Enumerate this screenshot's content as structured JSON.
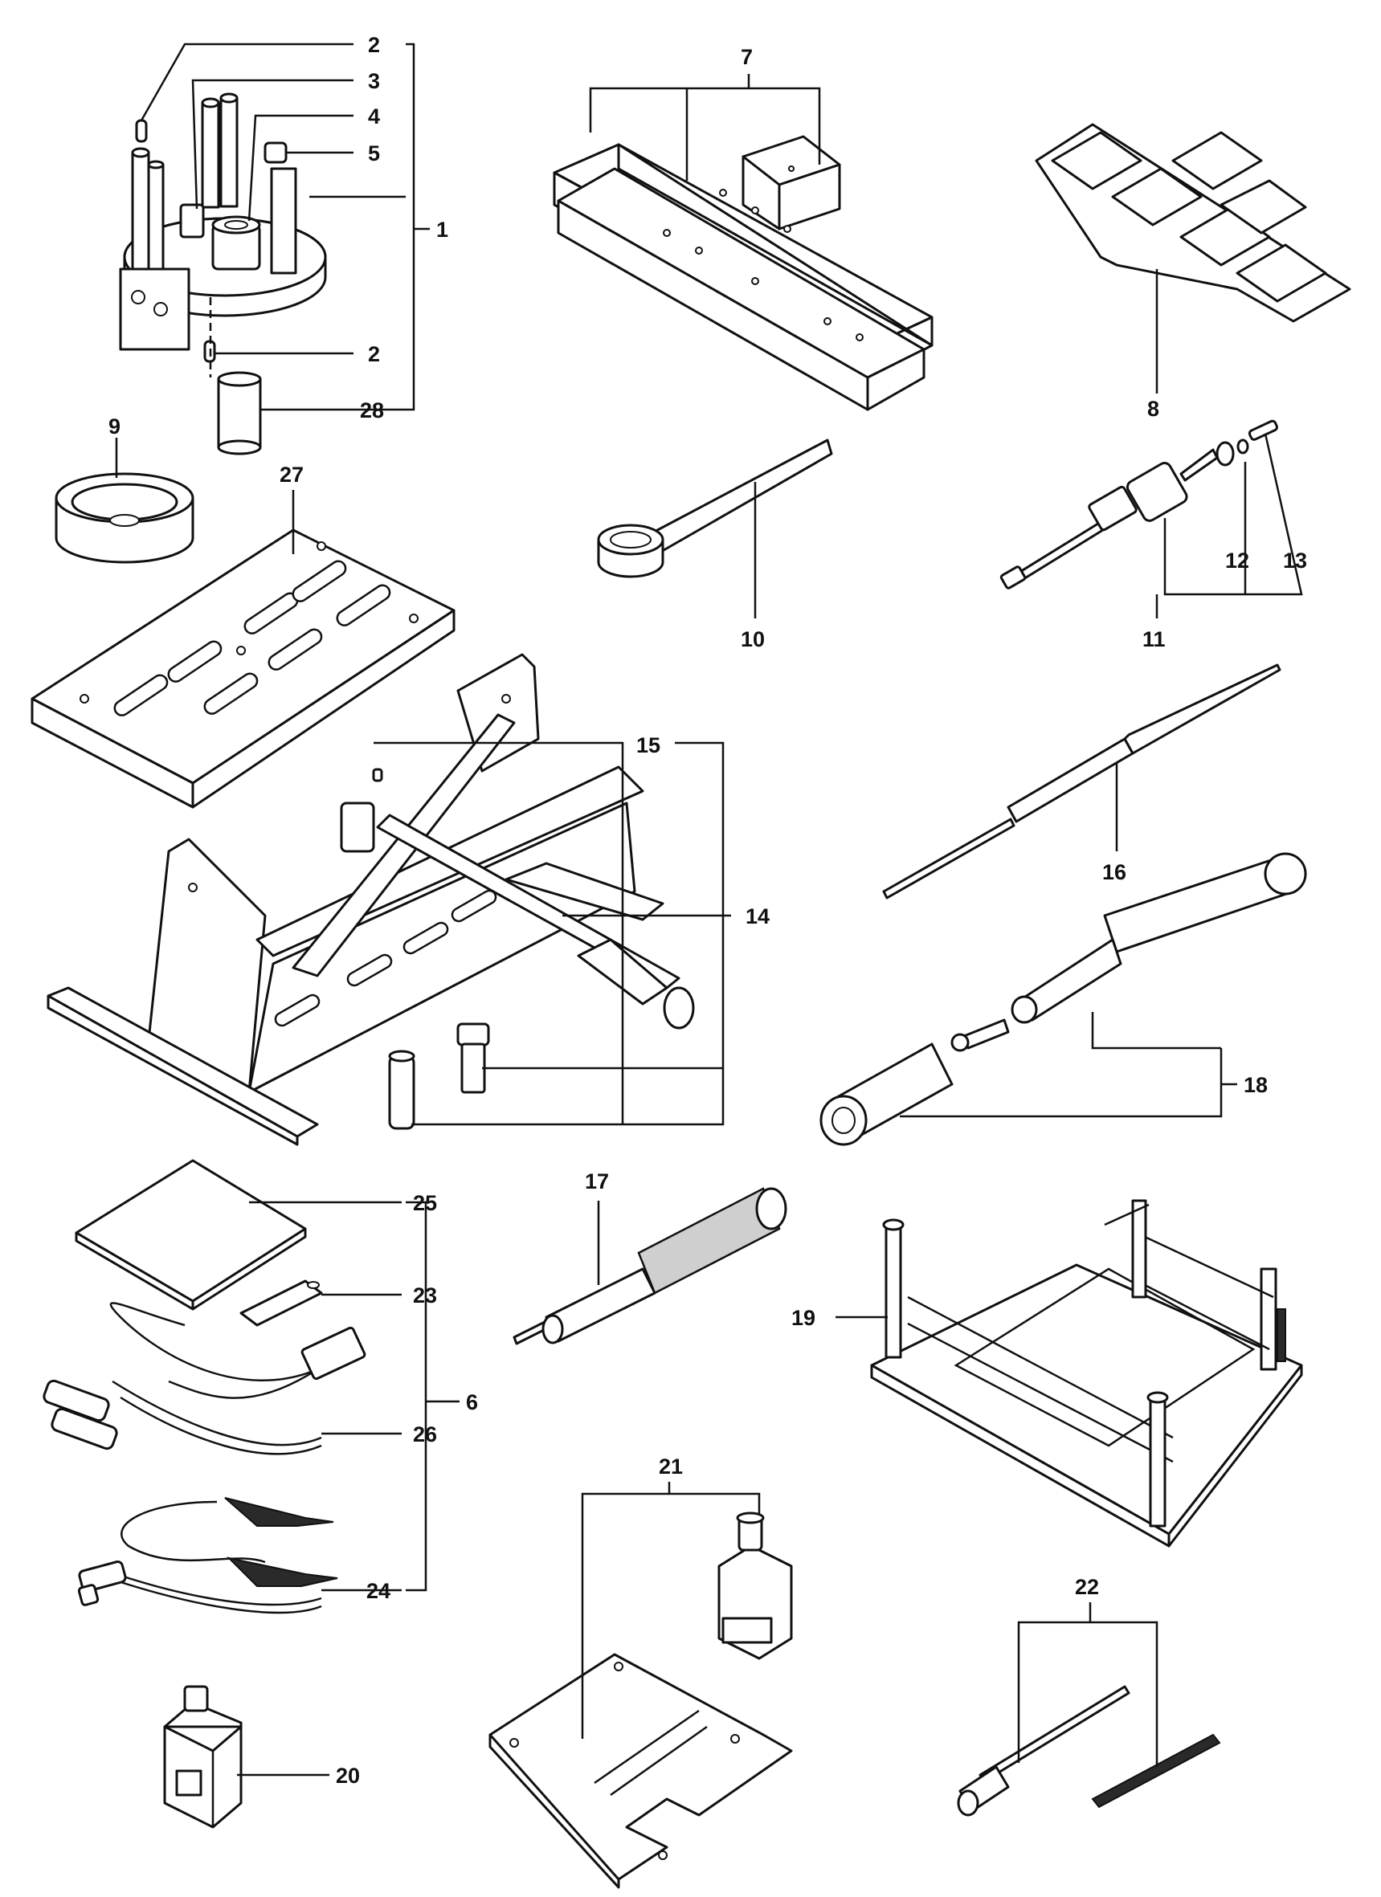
{
  "callouts": {
    "c1": "1",
    "c2a": "2",
    "c2b": "2",
    "c3": "3",
    "c4": "4",
    "c5": "5",
    "c6": "6",
    "c7": "7",
    "c8": "8",
    "c9": "9",
    "c10": "10",
    "c11": "11",
    "c12": "12",
    "c13": "13",
    "c14": "14",
    "c15": "15",
    "c16": "16",
    "c17": "17",
    "c18": "18",
    "c19": "19",
    "c20": "20",
    "c21": "21",
    "c22": "22",
    "c23": "23",
    "c24": "24",
    "c25": "25",
    "c26": "26",
    "c27": "27",
    "c28": "28"
  },
  "icons": {
    "part-1": "bearing-fixture-plate-icon",
    "part-7": "support-bar-set-icon",
    "part-8": "template-plate-icon",
    "part-9": "ring-nut-icon",
    "part-10": "ring-wrench-icon",
    "part-11": "slide-hammer-puller-icon",
    "part-14": "engine-stand-icon",
    "part-16": "pin-driver-icon",
    "part-17": "knurled-punch-icon",
    "part-18": "bushing-driver-icon",
    "part-19": "frame-stand-icon",
    "part-20": "clamp-icon",
    "part-21": "base-plate-with-clamp-icon",
    "part-22": "rod-and-threaded-bar-icon",
    "part-23": "usb-key-icon",
    "part-24": "battery-clamp-cable-icon",
    "part-25": "manual-booklet-icon",
    "part-26": "diagnostic-cable-icon",
    "part-27": "base-board-icon",
    "part-28": "sleeve-icon"
  }
}
